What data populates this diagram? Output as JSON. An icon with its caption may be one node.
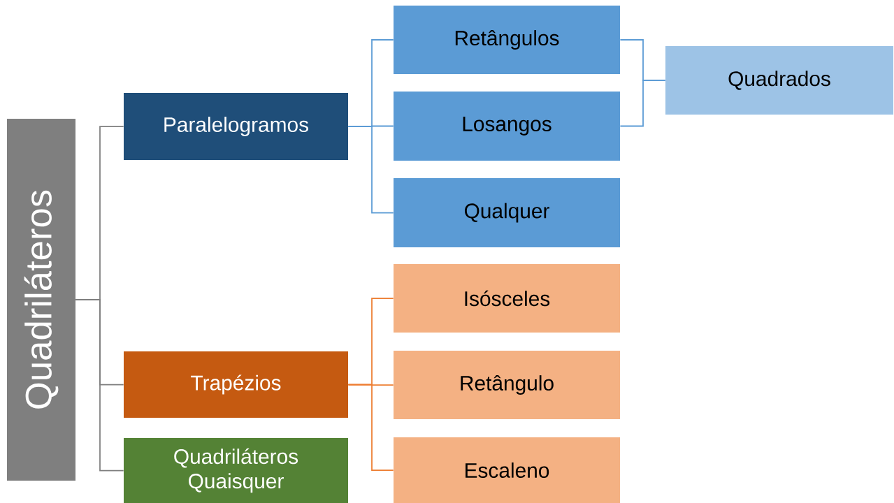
{
  "diagram": {
    "nodes": [
      {
        "text": [
          "Quadriláteros"
        ]
      },
      {
        "text": [
          "Paralelogramos"
        ]
      },
      {
        "text": [
          "Retângulos"
        ]
      },
      {
        "text": [
          "Losangos"
        ]
      },
      {
        "text": [
          "Qualquer"
        ]
      },
      {
        "text": [
          "Quadrados"
        ]
      },
      {
        "text": [
          "Trapézios"
        ]
      },
      {
        "text": [
          "Isósceles"
        ]
      },
      {
        "text": [
          "Retângulo"
        ]
      },
      {
        "text": [
          "Escaleno"
        ]
      },
      {
        "text": [
          "Quadriláteros Quaisquer"
        ]
      }
    ],
    "edges": [
      {
        "from": 0,
        "to": 1,
        "arrow": "none",
        "color": "#7f7f7f"
      },
      {
        "from": 0,
        "to": 6,
        "arrow": "none",
        "color": "#7f7f7f"
      },
      {
        "from": 0,
        "to": 10,
        "arrow": "none",
        "color": "#7f7f7f"
      },
      {
        "from": 1,
        "to": 2,
        "arrow": "none"
      },
      {
        "from": 1,
        "to": 3,
        "arrow": "none"
      },
      {
        "from": 1,
        "to": 4,
        "arrow": "none"
      },
      {
        "from": 2,
        "to": 5,
        "arrow": "none"
      },
      {
        "from": 3,
        "to": 5,
        "arrow": "none"
      },
      {
        "from": 6,
        "to": 7,
        "arrow": "none",
        "color": "#ed7d31"
      },
      {
        "from": 6,
        "to": 8,
        "arrow": "none",
        "color": "#ed7d31"
      },
      {
        "from": 6,
        "to": 9,
        "arrow": "none",
        "color": "#ed7d31"
      }
    ]
  }
}
